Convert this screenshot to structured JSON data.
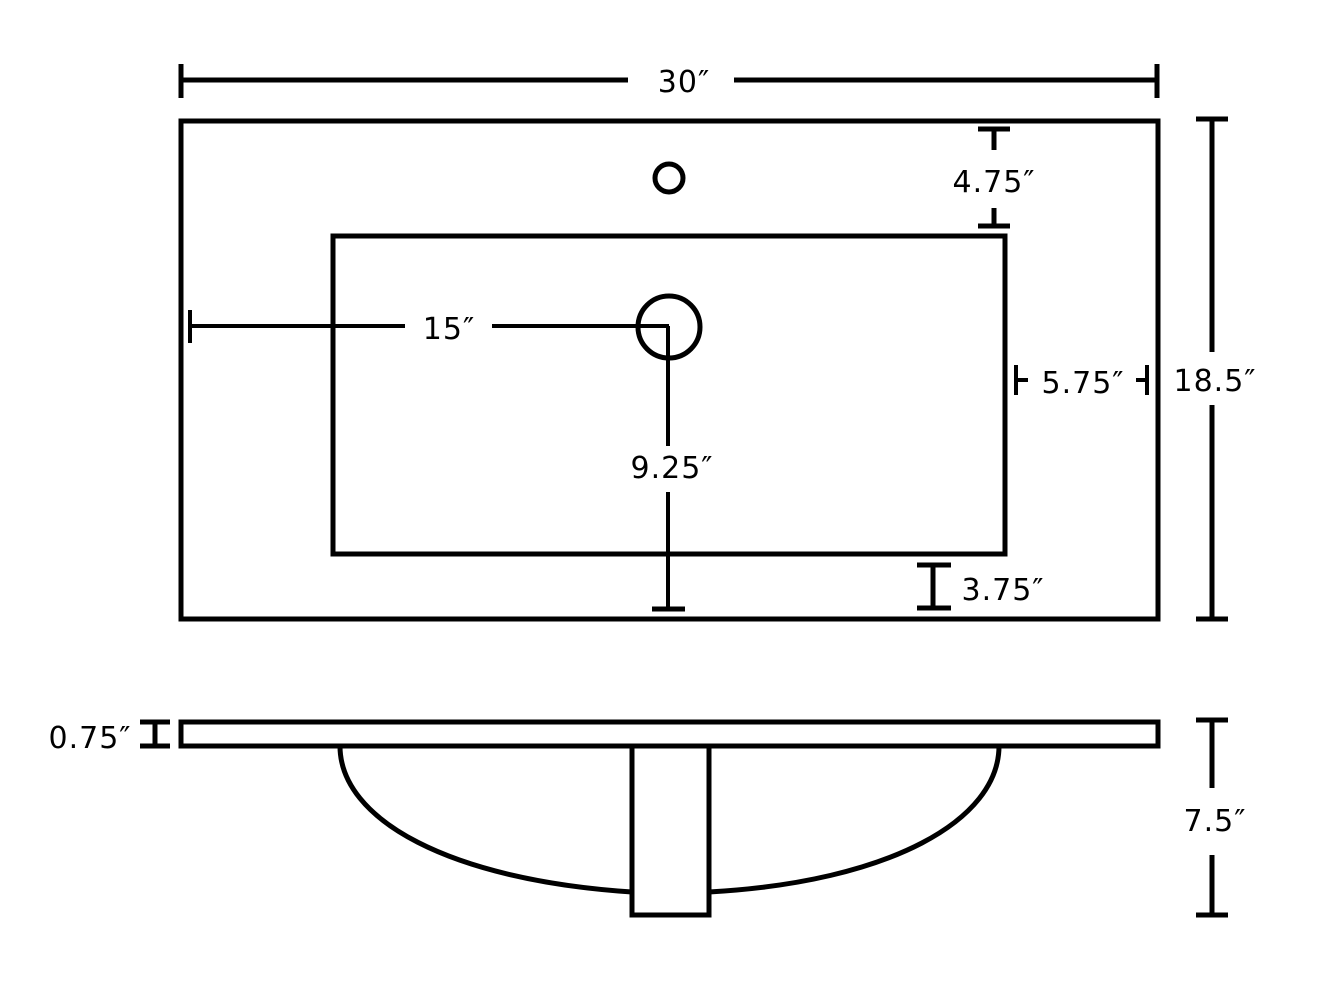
{
  "diagram": {
    "type": "sink-dimension-drawing",
    "top_view": {
      "overall_width": "30″",
      "overall_depth": "18.5″",
      "faucet_hole_to_bowl": "4.75″",
      "bowl_side_margin": "5.75″",
      "drain_from_left": "15″",
      "drain_from_front": "9.25″",
      "bowl_front_margin": "3.75″"
    },
    "side_view": {
      "deck_thickness": "0.75″",
      "overall_height": "7.5″"
    },
    "colors": {
      "line": "#000000",
      "background": "#ffffff"
    }
  }
}
